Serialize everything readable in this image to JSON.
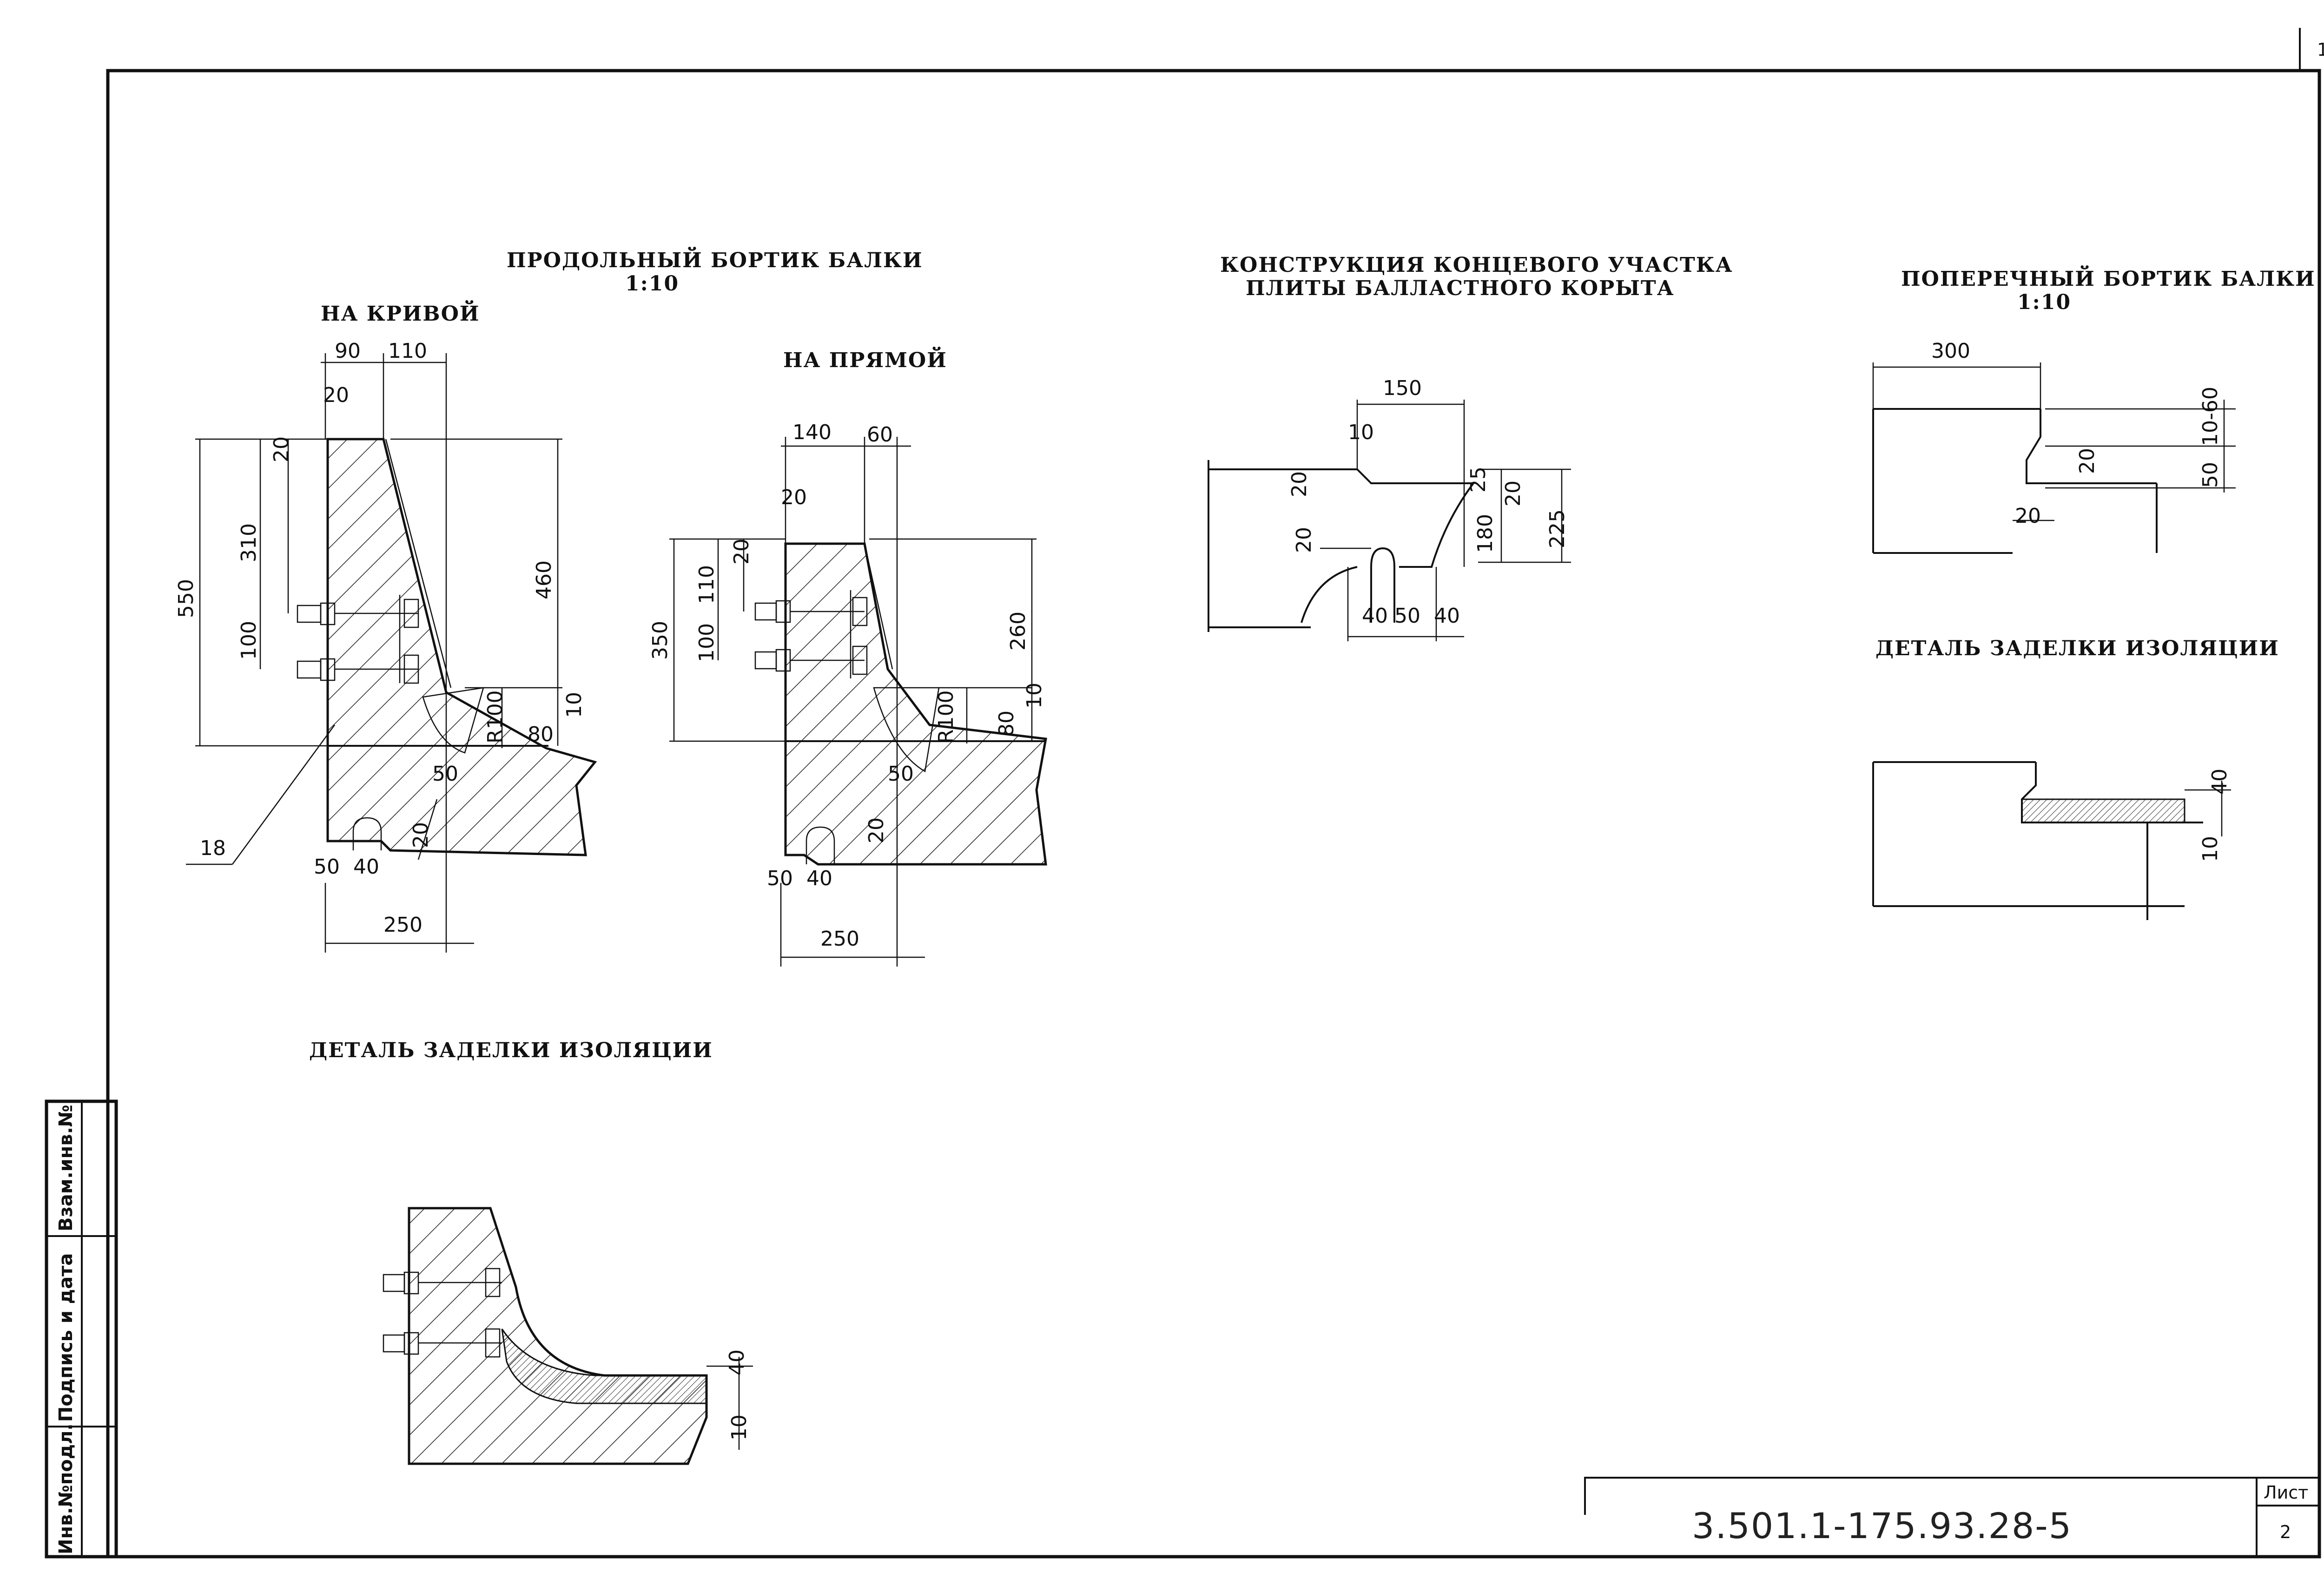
{
  "sheet": {
    "corner_number": "1",
    "doc_code": "3.501.1-175.93.28-5",
    "sheet_label": "Лист",
    "sheet_number": "2",
    "stamp": [
      "Инв.№подл.",
      "Подпись и дата",
      "Взам.инв.№"
    ]
  },
  "longitudinal": {
    "title": "ПРОДОЛЬНЫЙ БОРТИК БАЛКИ",
    "scale": "1:10",
    "curve": {
      "title": "НА КРИВОЙ",
      "dims": [
        "90",
        "110",
        "20",
        "20",
        "310",
        "550",
        "100",
        "460",
        "R100",
        "10",
        "80",
        "50",
        "18",
        "20",
        "50",
        "40",
        "250"
      ]
    },
    "straight": {
      "title": "НА ПРЯМОЙ",
      "dims": [
        "140",
        "60",
        "20",
        "20",
        "110",
        "350",
        "100",
        "260",
        "R100",
        "80",
        "10",
        "50",
        "20",
        "50",
        "40",
        "250"
      ]
    }
  },
  "end_section": {
    "title_line1": "КОНСТРУКЦИЯ КОНЦЕВОГО УЧАСТКА",
    "title_line2": "ПЛИТЫ БАЛЛАСТНОГО КОРЫТА",
    "dims": [
      "150",
      "10",
      "20",
      "25",
      "20",
      "225",
      "180",
      "20",
      "40",
      "50",
      "40"
    ]
  },
  "transverse": {
    "title": "ПОПЕРЕЧНЫЙ БОРТИК БАЛКИ",
    "scale": "1:10",
    "dims": [
      "300",
      "10-60",
      "20",
      "50",
      "20"
    ]
  },
  "detail_right": {
    "title": "ДЕТАЛЬ ЗАДЕЛКИ ИЗОЛЯЦИИ",
    "dims": [
      "40",
      "10"
    ]
  },
  "detail_left": {
    "title": "ДЕТАЛЬ ЗАДЕЛКИ ИЗОЛЯЦИИ",
    "dims": [
      "40",
      "10"
    ]
  }
}
